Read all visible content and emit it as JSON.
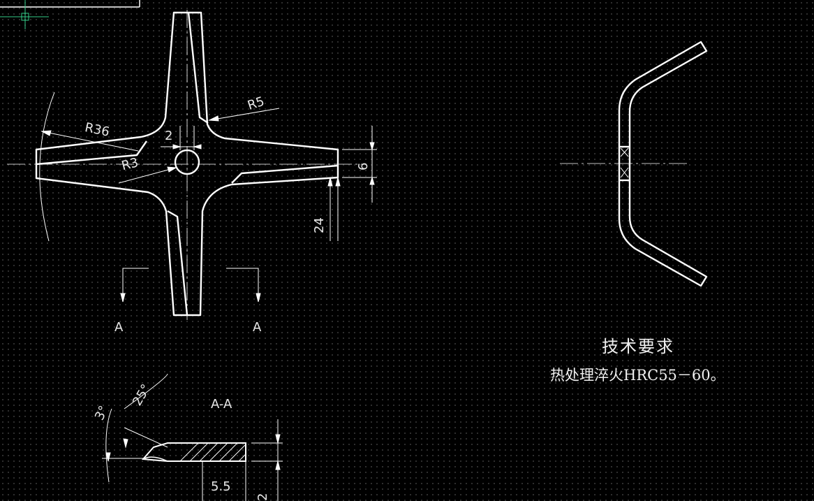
{
  "colors": {
    "background": "#000000",
    "grid": "#3a3a3a",
    "lines": "#ffffff",
    "cursor": "#33cc88"
  },
  "dimensions": {
    "r5": "R5",
    "r36": "R36",
    "r3": "R3",
    "d2": "2",
    "d6": "6",
    "d24": "24",
    "d55": "5.5",
    "d2b": "2",
    "ang3": "3°",
    "ang25": "25°"
  },
  "section": {
    "left_mark": "A",
    "right_mark": "A",
    "title": "A-A"
  },
  "requirements": {
    "title": "技术要求",
    "text": "热处理淬火HRC55－60。"
  },
  "cursor": {
    "icon": "crosshair-cursor-icon"
  }
}
